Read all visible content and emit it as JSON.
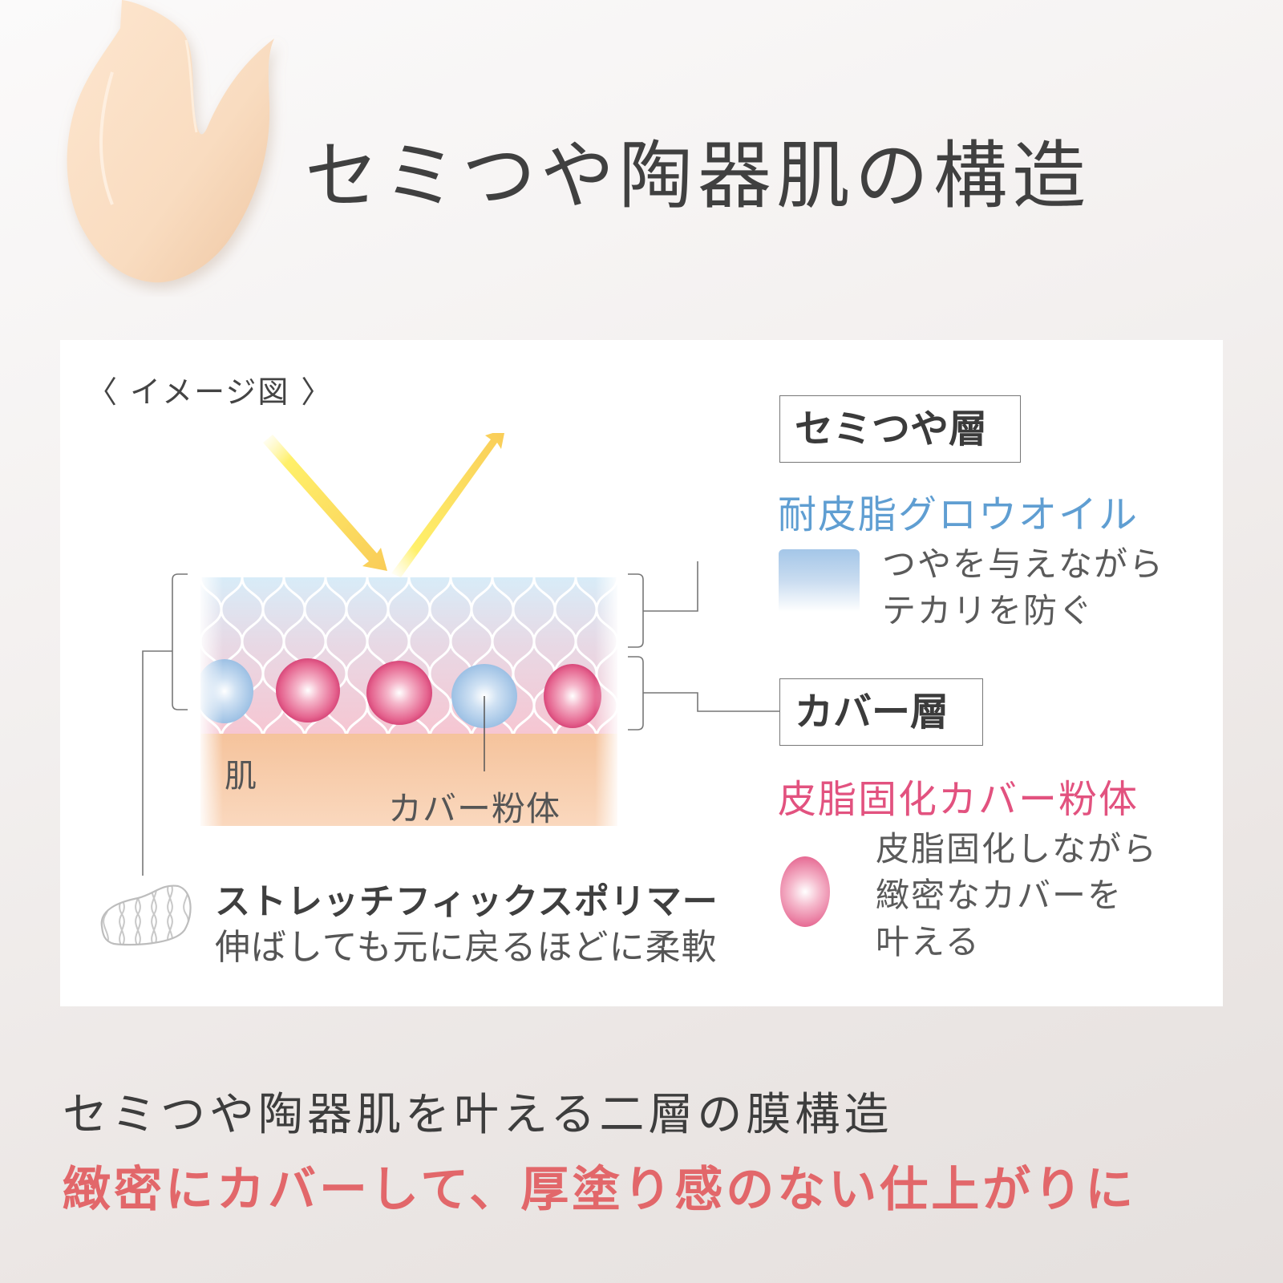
{
  "header": {
    "title": "セミつや陶器肌の構造",
    "product_swatch": "cream-foundation-swatch"
  },
  "diagram": {
    "image_label": "〈 イメージ図 〉",
    "skin_label": "肌",
    "powder_label": "カバー粉体",
    "light_arrows": "incoming-and-reflected-light",
    "spheres": [
      "blue",
      "pink",
      "pink",
      "blue",
      "pink"
    ],
    "layers": {
      "glow": {
        "tag": "セミつや層",
        "ingredient": "耐皮脂グロウオイル",
        "description_lines": [
          "つやを与えながら",
          "テカリを防ぐ"
        ],
        "color": "#5f9ed2"
      },
      "cover": {
        "tag": "カバー層",
        "ingredient": "皮脂固化カバー粉体",
        "description_lines": [
          "皮脂固化しながら",
          "緻密なカバーを",
          "叶える"
        ],
        "color": "#e2527f"
      }
    },
    "polymer": {
      "title": "ストレッチフィックスポリマー",
      "description": "伸ばしても元に戻るほどに柔軟"
    }
  },
  "footer": {
    "line1": "セミつや陶器肌を叶える二層の膜構造",
    "line2": "緻密にカバーして、厚塗り感のない仕上がりに",
    "line2_color": "#e2676a"
  }
}
